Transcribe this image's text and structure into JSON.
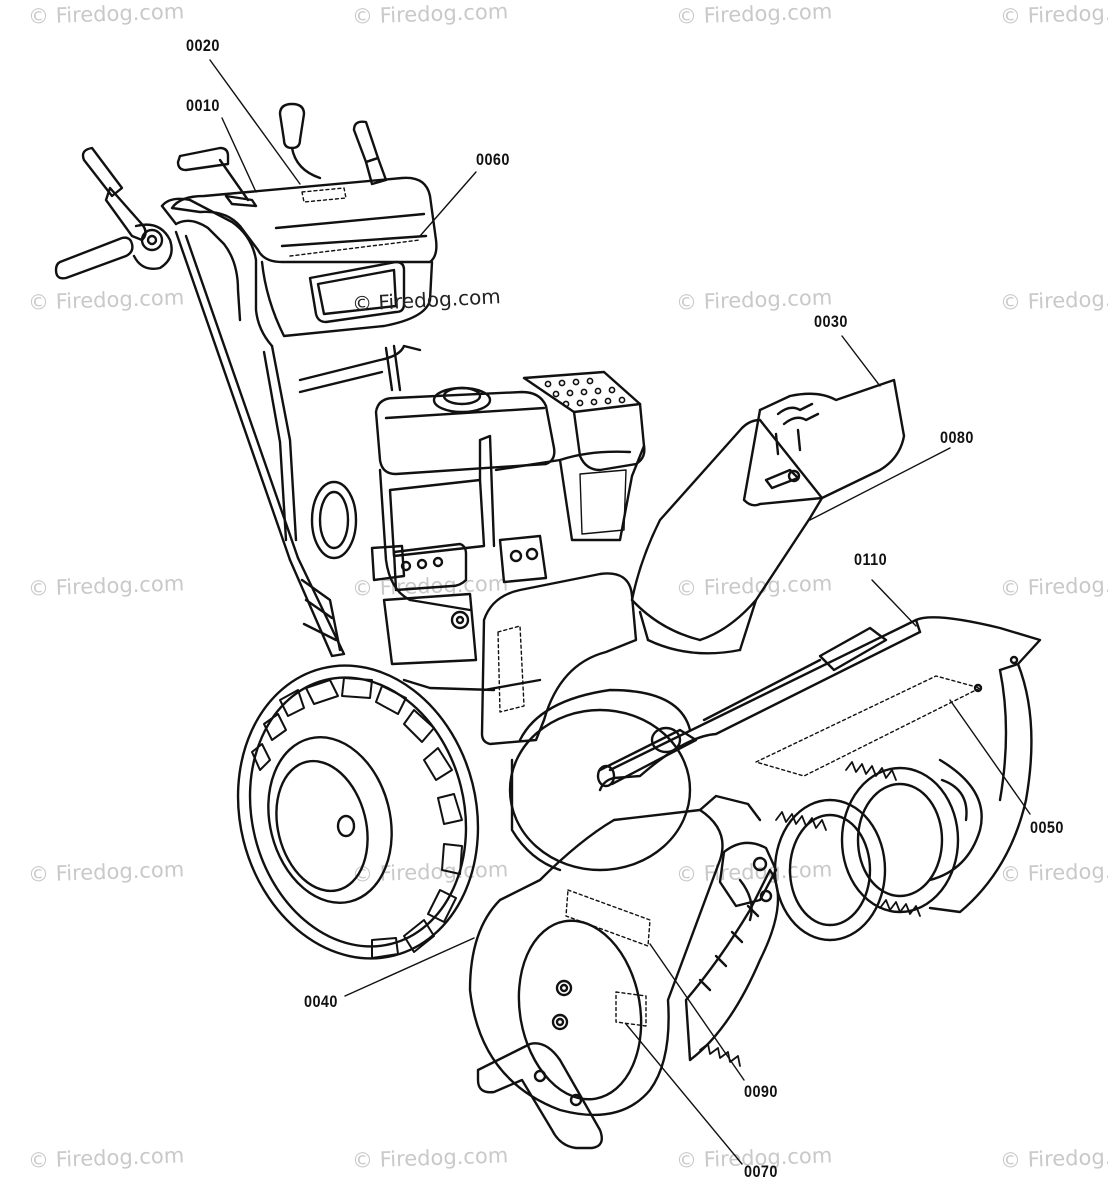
{
  "diagram": {
    "callouts": [
      "0010",
      "0020",
      "0030",
      "0040",
      "0050",
      "0060",
      "0070",
      "0080",
      "0090",
      "0110"
    ],
    "watermark_text": "© Firedog.com"
  }
}
